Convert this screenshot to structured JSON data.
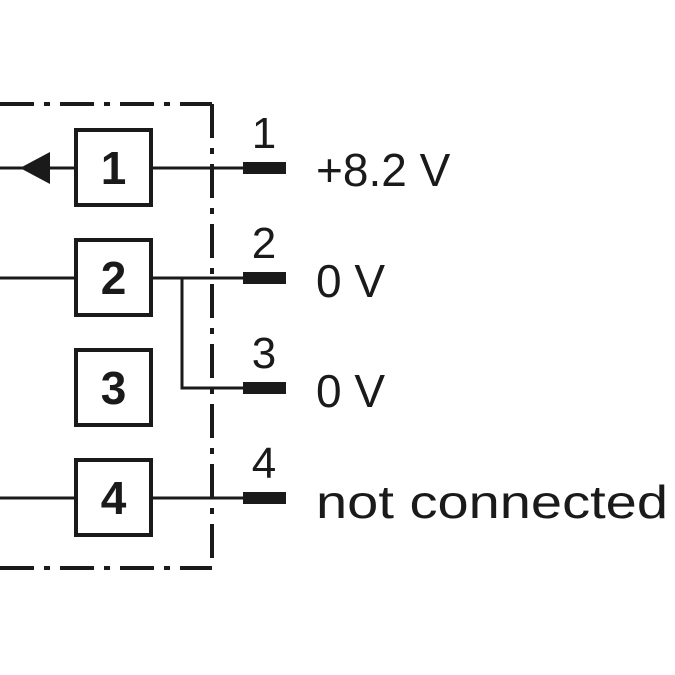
{
  "connector": {
    "pins": [
      {
        "box_label": "1",
        "pin_number": "1",
        "description": "+8.2 V"
      },
      {
        "box_label": "2",
        "pin_number": "2",
        "description": "0 V"
      },
      {
        "box_label": "3",
        "pin_number": "3",
        "description": "0 V"
      },
      {
        "box_label": "4",
        "pin_number": "4",
        "description": "not connected"
      }
    ]
  },
  "colors": {
    "line": "#1a1a1a",
    "background": "#ffffff"
  }
}
